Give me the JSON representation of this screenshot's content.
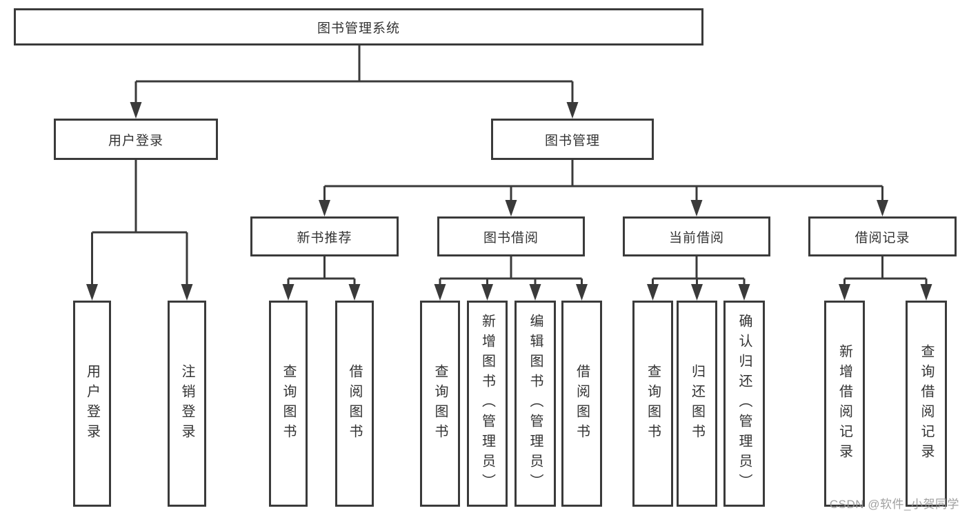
{
  "watermark": "CSDN @软件_小贺同学",
  "colors": {
    "line": "#3a3a3a",
    "text": "#333333",
    "background": "#ffffff",
    "watermark": "#969696"
  },
  "diagram": {
    "type": "tree",
    "root": {
      "label": "图书管理系统"
    },
    "level2": [
      {
        "label": "用户登录",
        "children": [
          {
            "label": "用户登录"
          },
          {
            "label": "注销登录"
          }
        ]
      },
      {
        "label": "图书管理",
        "children": [
          {
            "label": "新书推荐",
            "children": [
              {
                "label": "查询图书"
              },
              {
                "label": "借阅图书"
              }
            ]
          },
          {
            "label": "图书借阅",
            "children": [
              {
                "label": "查询图书"
              },
              {
                "label": "新增图书（管理员）"
              },
              {
                "label": "编辑图书（管理员）"
              },
              {
                "label": "借阅图书"
              }
            ]
          },
          {
            "label": "当前借阅",
            "children": [
              {
                "label": "查询图书"
              },
              {
                "label": "归还图书"
              },
              {
                "label": "确认归还（管理员）"
              }
            ]
          },
          {
            "label": "借阅记录",
            "children": [
              {
                "label": "新增借阅记录"
              },
              {
                "label": "查询借阅记录"
              }
            ]
          }
        ]
      }
    ]
  }
}
